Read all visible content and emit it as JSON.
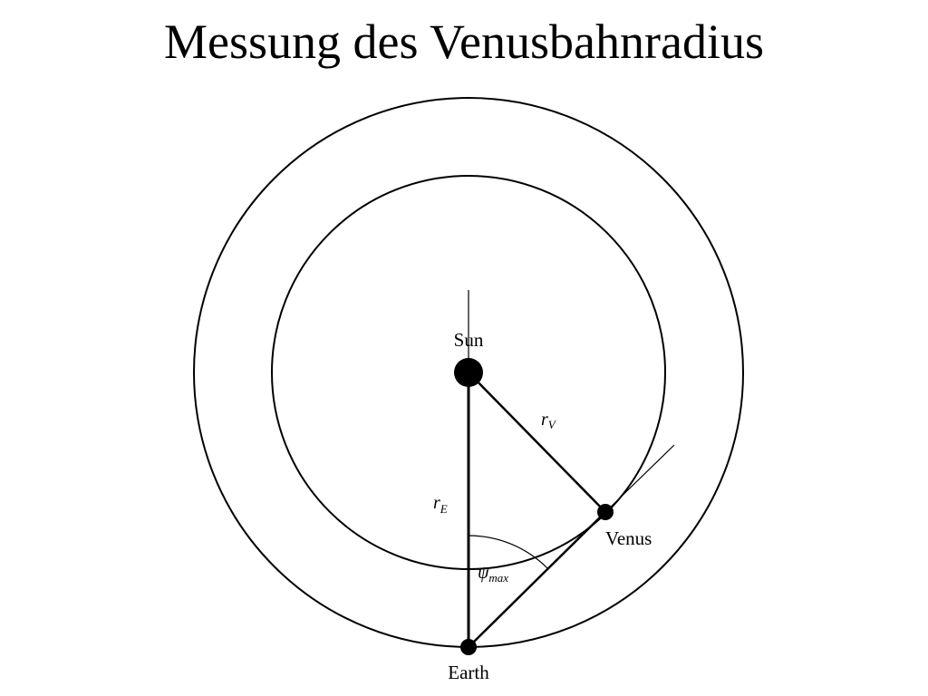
{
  "slide": {
    "title": "Messung des Venusbahnradius"
  },
  "diagram": {
    "labels": {
      "sun": "Sun",
      "venus": "Venus",
      "earth": "Earth",
      "r_venus_symbol": "r",
      "r_venus_subscript": "V",
      "r_earth_symbol": "r",
      "r_earth_subscript": "E",
      "angle_symbol": "ψ",
      "angle_subscript": "max"
    },
    "colors": {
      "stroke": "#000000",
      "background": "#ffffff"
    }
  }
}
